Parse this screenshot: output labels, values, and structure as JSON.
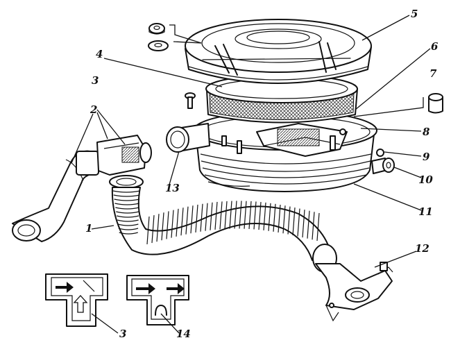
{
  "diagram": {
    "callouts": [
      {
        "id": "c1",
        "text": "1"
      },
      {
        "id": "c2",
        "text": "2"
      },
      {
        "id": "c3",
        "text": "3"
      },
      {
        "id": "c3b",
        "text": "3"
      },
      {
        "id": "c4",
        "text": "4"
      },
      {
        "id": "c5",
        "text": "5"
      },
      {
        "id": "c6",
        "text": "6"
      },
      {
        "id": "c7",
        "text": "7"
      },
      {
        "id": "c8",
        "text": "8"
      },
      {
        "id": "c9",
        "text": "9"
      },
      {
        "id": "c10",
        "text": "10"
      },
      {
        "id": "c11",
        "text": "11"
      },
      {
        "id": "c12",
        "text": "12"
      },
      {
        "id": "c13",
        "text": "13"
      },
      {
        "id": "c14",
        "text": "14"
      }
    ],
    "colors": {
      "ink": "#111111",
      "paper": "#ffffff",
      "shade": "#555555"
    }
  }
}
